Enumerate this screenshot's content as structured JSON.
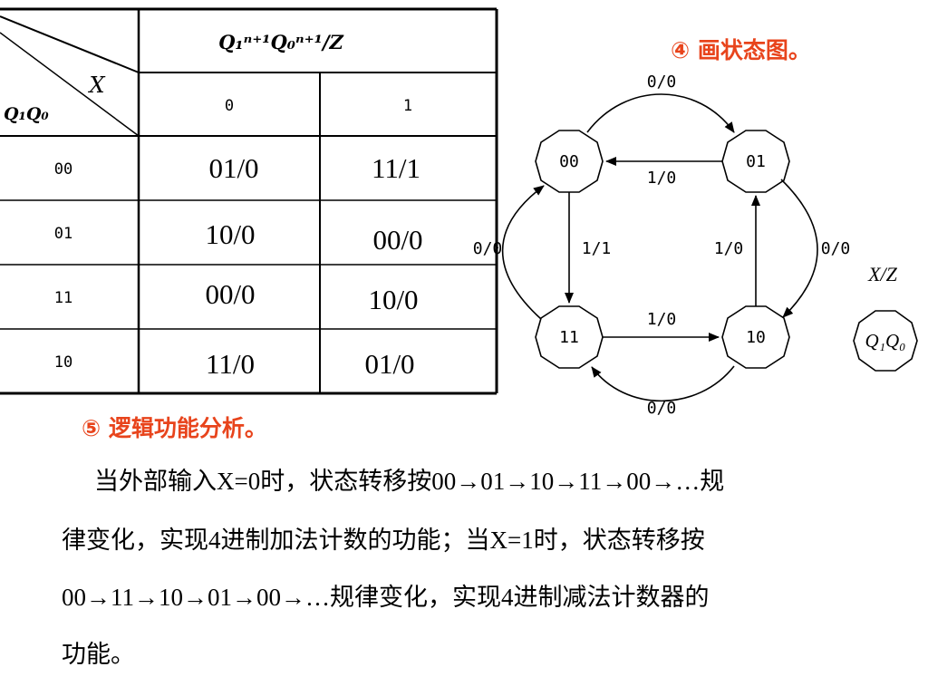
{
  "table": {
    "header_output": "Q₁ⁿ⁺¹Q₀ⁿ⁺¹/Z",
    "header_input": "X",
    "header_state": "Q₁Q₀",
    "input_values": [
      "0",
      "1"
    ],
    "rows": [
      {
        "state": "00",
        "x0": "01/0",
        "x1": "11/1"
      },
      {
        "state": "01",
        "x0": "10/0",
        "x1": "00/0"
      },
      {
        "state": "11",
        "x0": "00/0",
        "x1": "10/0"
      },
      {
        "state": "10",
        "x0": "11/0",
        "x1": "01/0"
      }
    ]
  },
  "diagram": {
    "heading": "④ 画状态图。",
    "states": {
      "s00": "00",
      "s01": "01",
      "s10": "10",
      "s11": "11"
    },
    "labels": {
      "top_arc": "0/0",
      "top_straight": "1/0",
      "left_arc": "0/0",
      "left_straight": "1/1",
      "right_straight": "1/0",
      "right_arc": "0/0",
      "bottom_straight": "1/0",
      "bottom_arc": "0/0"
    },
    "legend_label": "X/Z",
    "legend_state": "Q₁Q₀"
  },
  "analysis": {
    "heading": "⑤ 逻辑功能分析。",
    "lines": [
      "当外部输入X=0时，状态转移按00→01→10→11→00→…规",
      "律变化，实现4进制加法计数的功能；当X=1时，状态转移按",
      "00→11→10→01→00→…规律变化，实现4进制减法计数器的",
      "功能。"
    ]
  },
  "colors": {
    "heading": "#e8441c",
    "line": "#000000"
  }
}
